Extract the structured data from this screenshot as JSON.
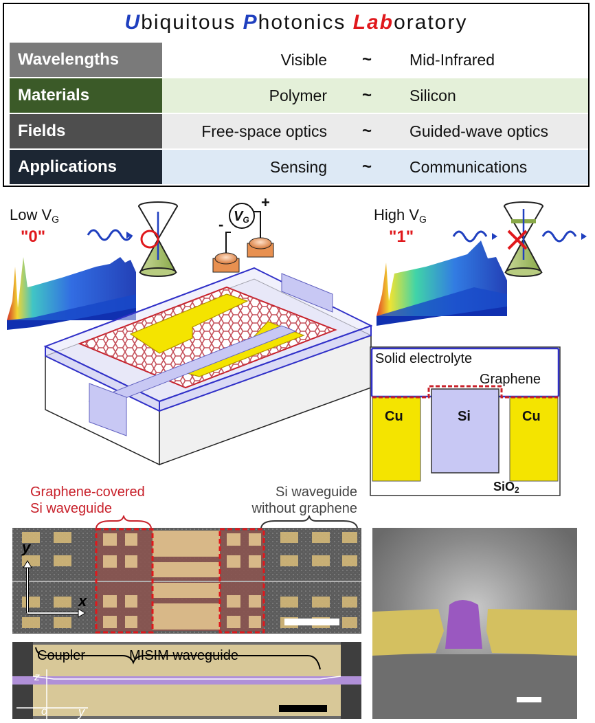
{
  "lab": {
    "title_parts": [
      {
        "initial": "U",
        "rest": "biquitous "
      },
      {
        "initial": "P",
        "rest": "hotonics "
      },
      {
        "initial": "Lab",
        "rest": "oratory"
      }
    ],
    "rows": [
      {
        "category": "Wavelengths",
        "from": "Visible",
        "tilde": "~",
        "to": "Mid-Infrared",
        "cat_color": "#7a7a7a",
        "bg_color": "#ffffff"
      },
      {
        "category": "Materials",
        "from": "Polymer",
        "tilde": "~",
        "to": "Silicon",
        "cat_color": "#3b5a28",
        "bg_color": "#e4f0d9"
      },
      {
        "category": "Fields",
        "from": "Free-space optics",
        "tilde": "~",
        "to": "Guided-wave optics",
        "cat_color": "#4e4e4e",
        "bg_color": "#ebebeb"
      },
      {
        "category": "Applications",
        "from": "Sensing",
        "tilde": "~",
        "to": "Communications",
        "cat_color": "#1c2633",
        "bg_color": "#dde9f5"
      }
    ]
  },
  "device": {
    "low_label": "Low V",
    "low_sub": "G",
    "low_state": "\"0\"",
    "high_label": "High V",
    "high_sub": "G",
    "high_state": "\"1\"",
    "voltage_label": "V",
    "voltage_sub": "G",
    "minus": "-",
    "plus": "+"
  },
  "cross_section": {
    "electrolyte": "Solid electrolyte",
    "graphene": "Graphene",
    "cu_left": "Cu",
    "si": "Si",
    "cu_right": "Cu",
    "sio2": "SiO",
    "sio2_sub": "2"
  },
  "sem": {
    "covered_line1": "Graphene-covered",
    "covered_line2": "Si waveguide",
    "uncovered_line1": "Si waveguide",
    "uncovered_line2": "without graphene",
    "axis_y": "y",
    "axis_x": "x",
    "coupler": "Coupler",
    "misim": "MISIM waveguide",
    "axis_z": "z",
    "axis_o": "o",
    "axis_y2": "y"
  },
  "colors": {
    "accent_blue": "#1f3fbf",
    "accent_red": "#e0181c",
    "graphene_red": "#c8202a",
    "cu_yellow": "#f4e400",
    "si_lavender": "#c8c8f4",
    "electrolyte_border": "#3030c8"
  }
}
